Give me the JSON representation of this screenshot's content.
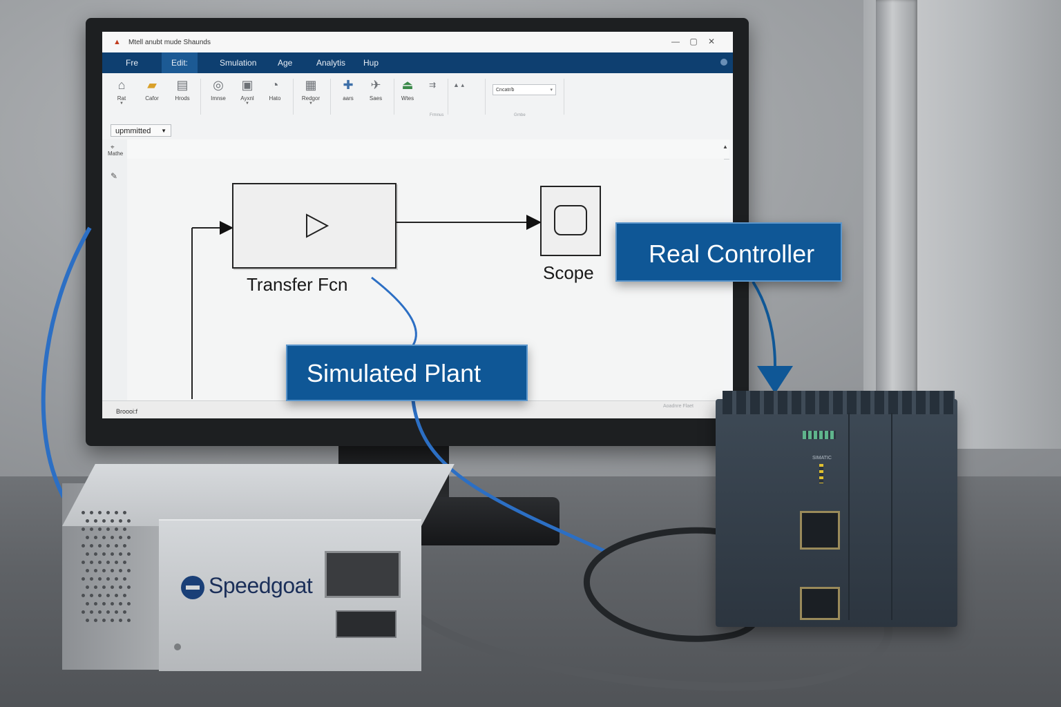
{
  "window": {
    "title": "Mtell anubt mude Shaunds",
    "controls": [
      "—",
      "▢",
      "✕"
    ]
  },
  "menu": [
    "Fre",
    "Edit:",
    "Smulation",
    "Age",
    "Analytis",
    "Hup"
  ],
  "toolstrip": {
    "tools": [
      {
        "icon": "home-icon",
        "label": "Rat",
        "dropdown": true
      },
      {
        "icon": "folder-icon",
        "label": "Cafor",
        "dropdown": false
      },
      {
        "icon": "save-icon",
        "label": "Hrods",
        "dropdown": false
      },
      {
        "icon": "library-icon",
        "label": "Imnse",
        "dropdown": false
      },
      {
        "icon": "clipboard-icon",
        "label": "Ayxnl",
        "dropdown": true
      },
      {
        "icon": "gauge-icon",
        "label": "Hato",
        "dropdown": false
      },
      {
        "icon": "grid-icon",
        "label": "Redgor",
        "dropdown": true
      },
      {
        "icon": "step-icon",
        "label": "aars",
        "dropdown": false
      },
      {
        "icon": "run-icon",
        "label": "Saes",
        "dropdown": false
      },
      {
        "icon": "view-icon",
        "label": "Wtes",
        "dropdown": false
      },
      {
        "icon": "arrow-icon",
        "label": "",
        "dropdown": false
      },
      {
        "icon": "up-icon",
        "label": "",
        "dropdown": false
      }
    ],
    "section_labels": [
      "Frmnus",
      "Grnbe"
    ],
    "combo_value": "Cncatr/b"
  },
  "model_dropdown": "upmmitted",
  "palette": {
    "label": "Mathe"
  },
  "status": {
    "left": "Broooi:f",
    "right": "Aoadnre  Flaet"
  },
  "diagram": {
    "blocks": [
      {
        "id": "transfer-fcn",
        "label": "Transfer Fcn"
      },
      {
        "id": "scope",
        "label": "Scope"
      }
    ]
  },
  "callouts": {
    "plant": "Simulated Plant",
    "controller": "Real Controller"
  },
  "speedgoat": {
    "brand": "Speedgoat"
  },
  "plc": {
    "label": "SIMATIC"
  },
  "colors": {
    "menubar": "#0e3f70",
    "callout": "#0f5796",
    "cable_blue": "#2c6fc4"
  }
}
